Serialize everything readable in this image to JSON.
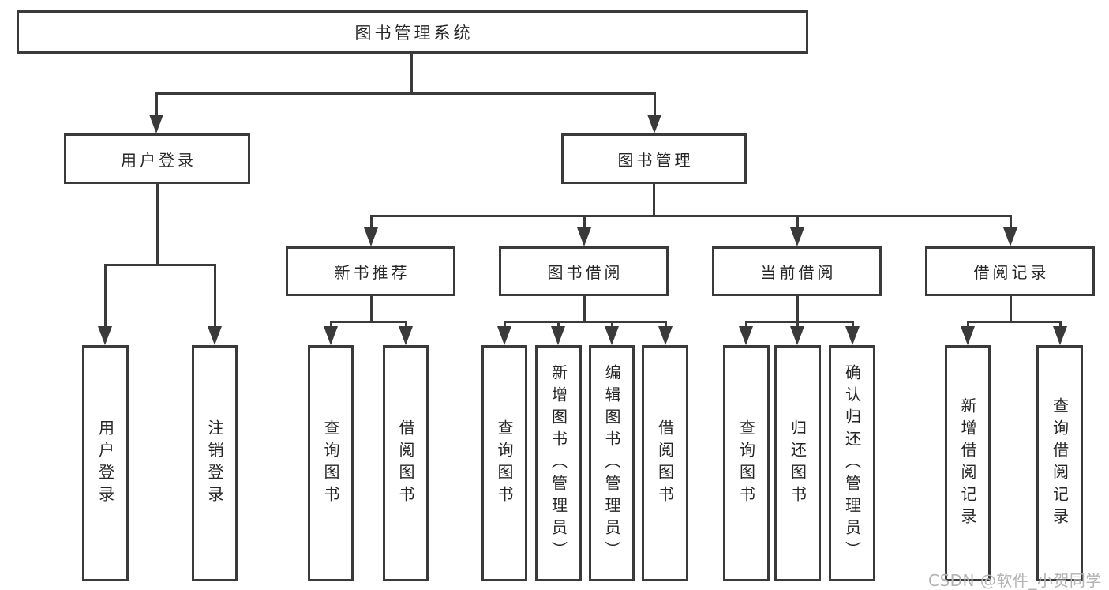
{
  "diagram": {
    "root": "图书管理系统",
    "branches": {
      "user_login": {
        "label": "用户登录",
        "children": [
          "用户登录",
          "注销登录"
        ]
      },
      "book_mgmt": {
        "label": "图书管理",
        "sections": [
          {
            "label": "新书推荐",
            "children": [
              "查询图书",
              "借阅图书"
            ]
          },
          {
            "label": "图书借阅",
            "children": [
              "查询图书",
              "新增图书（管理员）",
              "编辑图书（管理员）",
              "借阅图书"
            ]
          },
          {
            "label": "当前借阅",
            "children": [
              "查询图书",
              "归还图书",
              "确认归还（管理员）"
            ]
          },
          {
            "label": "借阅记录",
            "children": [
              "新增借阅记录",
              "查询借阅记录"
            ]
          }
        ]
      }
    }
  },
  "colors": {
    "line": "#3a3a3a",
    "text": "#262626",
    "watermark": "#b3b3b3",
    "background": "#ffffff"
  },
  "watermark": "CSDN @软件_小贺同学"
}
